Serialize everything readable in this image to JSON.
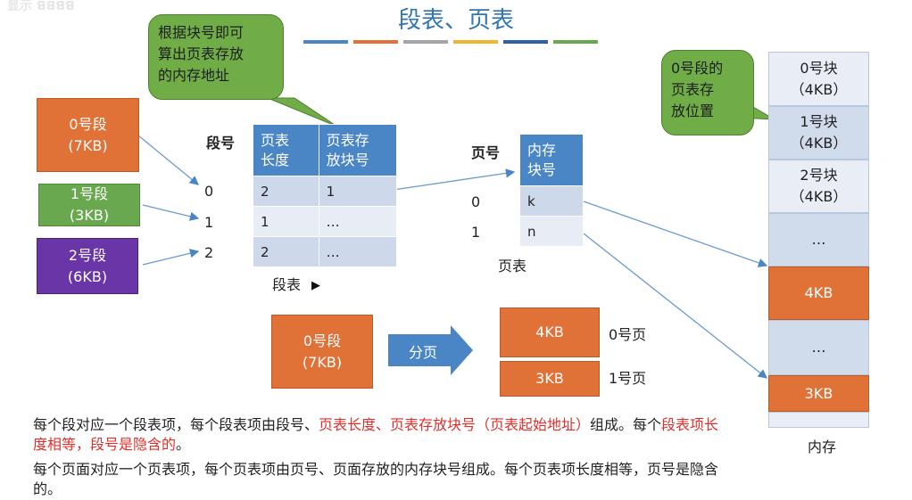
{
  "watermark": "显示 ꓭꓭꓭꓭ",
  "title": "段表、页表",
  "title_bars": [
    "#4a86c5",
    "#e07238",
    "#a5a5a5",
    "#f2b52f",
    "#2e5fa8",
    "#6aa84f"
  ],
  "segments": [
    {
      "label": "0号段\n(7KB)"
    },
    {
      "label": "1号段\n(3KB)"
    },
    {
      "label": "2号段\n(6KB)"
    }
  ],
  "callout_segtable": "根据块号即可\n算出页表存放\n的内存地址",
  "callout_memory": "0号段的\n页表存\n放位置",
  "seg_table": {
    "seg_no_label": "段号",
    "headers": [
      "页表\n长度",
      "页表存\n放块号"
    ],
    "row_indices": [
      "0",
      "1",
      "2"
    ],
    "rows": [
      [
        "2",
        "1"
      ],
      [
        "1",
        "…"
      ],
      [
        "2",
        "…"
      ]
    ],
    "caption": "段表"
  },
  "page_table": {
    "page_no_label": "页号",
    "header": "内存\n块号",
    "row_indices": [
      "0",
      "1"
    ],
    "rows": [
      "k",
      "n"
    ],
    "caption": "页表"
  },
  "paging": {
    "segment_label": "0号段\n(7KB)",
    "arrow_label": "分页",
    "pages": [
      {
        "size": "4KB",
        "name": "0号页"
      },
      {
        "size": "3KB",
        "name": "1号页"
      }
    ]
  },
  "memory": {
    "cells": [
      {
        "text": "0号块\n（4KB）",
        "style": "light2"
      },
      {
        "text": "1号块\n（4KB）",
        "style": "light1"
      },
      {
        "text": "2号块\n（4KB）",
        "style": "light2"
      },
      {
        "text": "…",
        "style": "light1"
      },
      {
        "text": "4KB",
        "style": "orange"
      },
      {
        "text": "…",
        "style": "light1"
      },
      {
        "text": "3KB",
        "style": "orange"
      },
      {
        "text": "",
        "style": "light2"
      }
    ],
    "caption": "内存"
  },
  "notes": {
    "line1_a": "每个段对应一个段表项，每个段表项由段号、",
    "line1_red": "页表长度、页表存放块号（页表起始地址）",
    "line1_b": "组成。每个",
    "line1_red2": "段表项长度相等，段号是隐含的",
    "line1_c": "。",
    "line2": "每个页面对应一个页表项，每个页表项由页号、页面存放的内存块号组成。每个页表项长度相等，页号是隐含的。"
  }
}
